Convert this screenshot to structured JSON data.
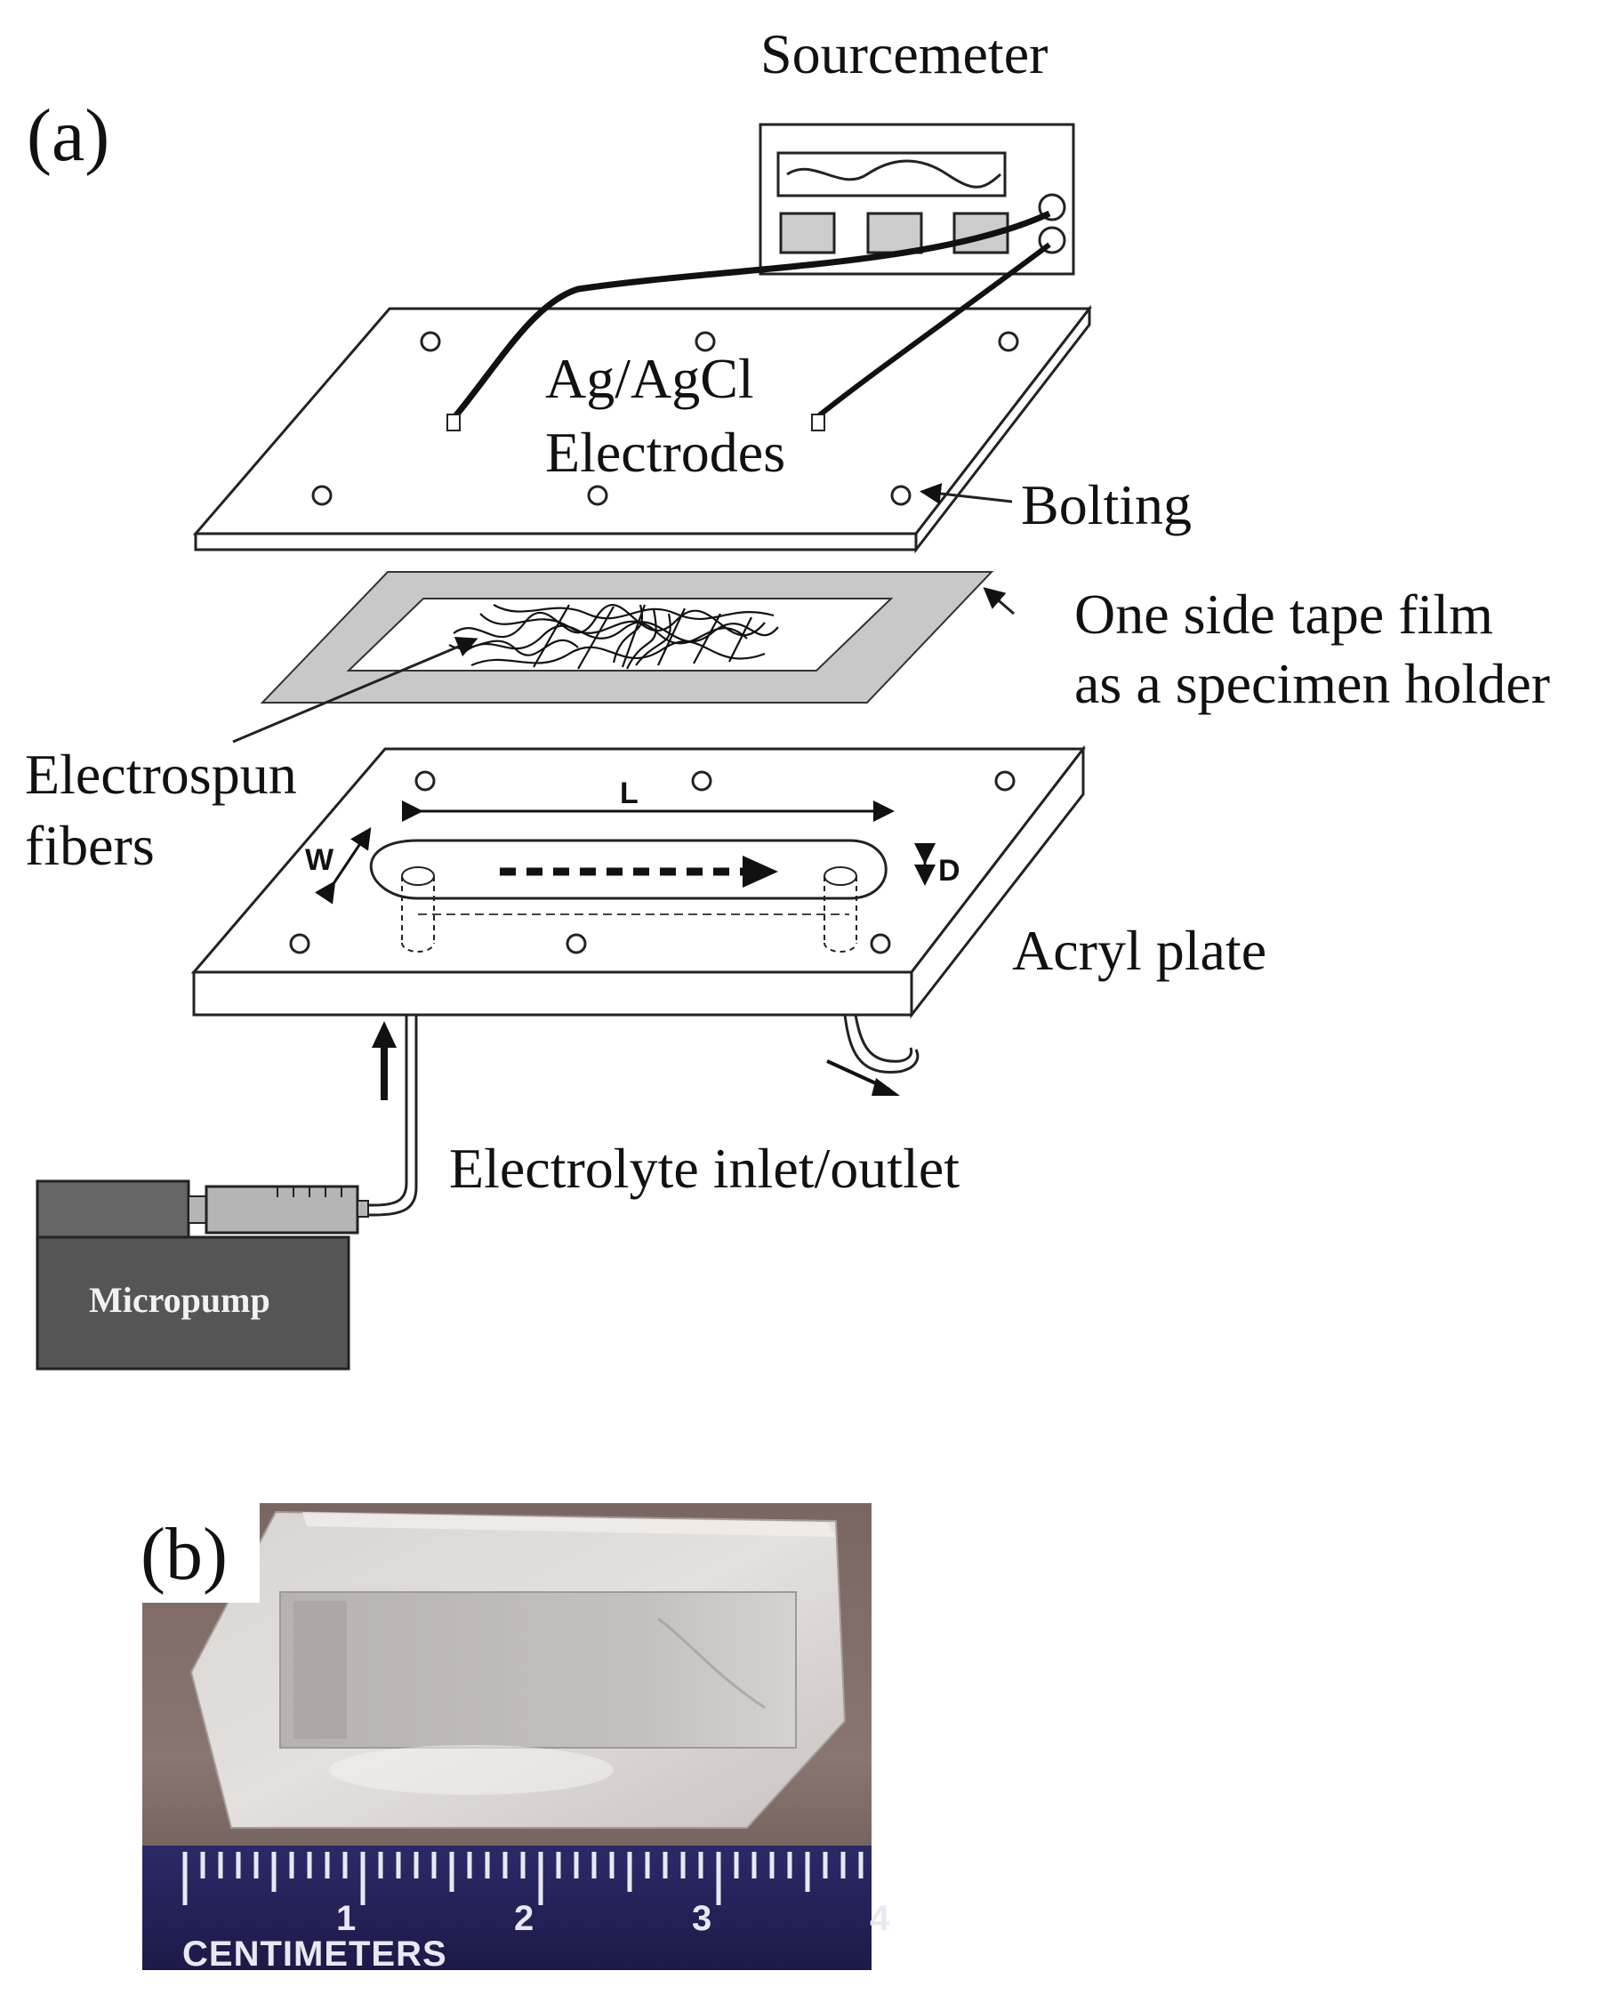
{
  "panel_a": {
    "panel_label": "(a)",
    "labels": {
      "sourcemeter": "Sourcemeter",
      "electrodes_line1": "Ag/AgCl",
      "electrodes_line2": "Electrodes",
      "bolting": "Bolting",
      "tape_line1": "One side tape film",
      "tape_line2": "as a specimen holder",
      "fibers_line1": "Electrospun",
      "fibers_line2": "fibers",
      "dim_L": "L",
      "dim_W": "W",
      "dim_D": "D",
      "acryl_plate": "Acryl plate",
      "electrolyte": "Electrolyte inlet/outlet",
      "micropump": "Micropump"
    }
  },
  "panel_b": {
    "panel_label": "(b)",
    "ruler": {
      "numbers": [
        "1",
        "2",
        "3",
        "4"
      ],
      "unit_label": "CENTIMETERS"
    }
  },
  "colors": {
    "tape_gray": "#c8c8c8",
    "pump_dark": "#555555",
    "ruler_blue": "#23205a"
  }
}
